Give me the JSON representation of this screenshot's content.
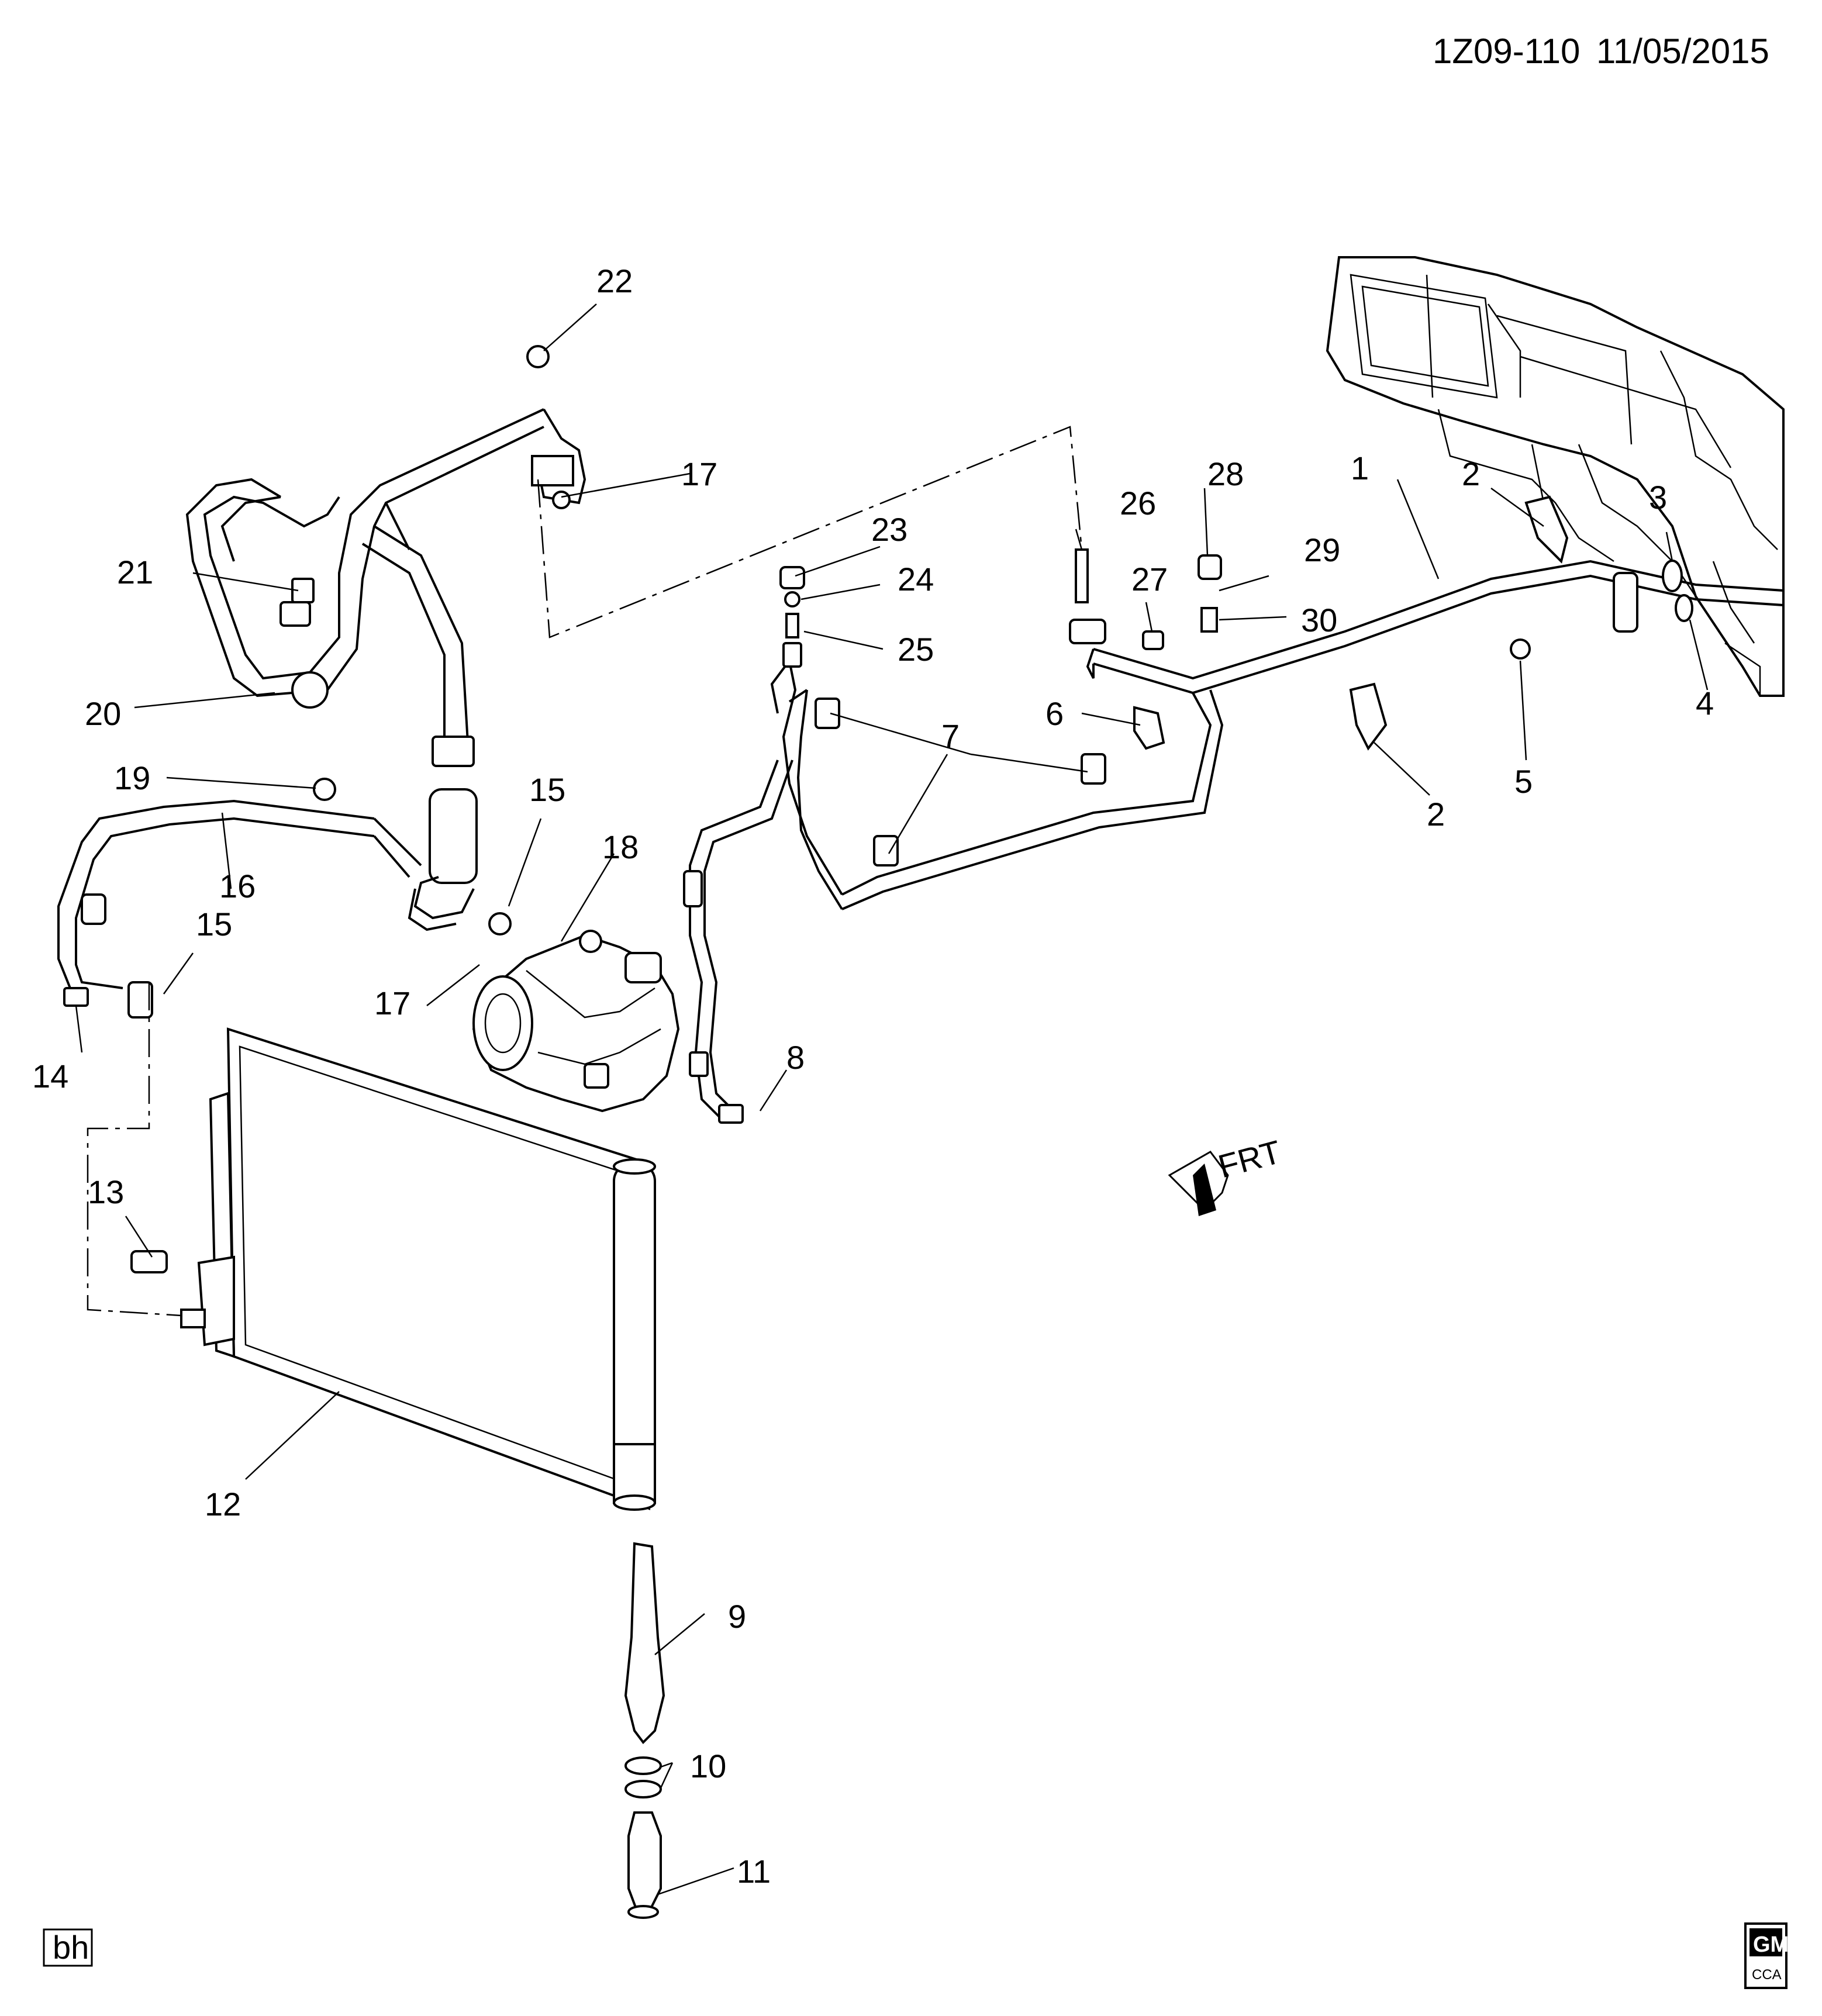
{
  "header": {
    "diagram_id": "1Z09-110",
    "date": "11/05/2015"
  },
  "callouts": [
    {
      "id": "c1",
      "label": "1"
    },
    {
      "id": "c2a",
      "label": "2"
    },
    {
      "id": "c2b",
      "label": "2"
    },
    {
      "id": "c3",
      "label": "3"
    },
    {
      "id": "c4",
      "label": "4"
    },
    {
      "id": "c5",
      "label": "5"
    },
    {
      "id": "c6",
      "label": "6"
    },
    {
      "id": "c7",
      "label": "7"
    },
    {
      "id": "c8",
      "label": "8"
    },
    {
      "id": "c9",
      "label": "9"
    },
    {
      "id": "c10",
      "label": "10"
    },
    {
      "id": "c11",
      "label": "11"
    },
    {
      "id": "c12",
      "label": "12"
    },
    {
      "id": "c13",
      "label": "13"
    },
    {
      "id": "c14",
      "label": "14"
    },
    {
      "id": "c15a",
      "label": "15"
    },
    {
      "id": "c15b",
      "label": "15"
    },
    {
      "id": "c16",
      "label": "16"
    },
    {
      "id": "c17a",
      "label": "17"
    },
    {
      "id": "c17b",
      "label": "17"
    },
    {
      "id": "c18",
      "label": "18"
    },
    {
      "id": "c19",
      "label": "19"
    },
    {
      "id": "c20",
      "label": "20"
    },
    {
      "id": "c21",
      "label": "21"
    },
    {
      "id": "c22",
      "label": "22"
    },
    {
      "id": "c23",
      "label": "23"
    },
    {
      "id": "c24",
      "label": "24"
    },
    {
      "id": "c25",
      "label": "25"
    },
    {
      "id": "c26",
      "label": "26"
    },
    {
      "id": "c27",
      "label": "27"
    },
    {
      "id": "c28",
      "label": "28"
    },
    {
      "id": "c29",
      "label": "29"
    },
    {
      "id": "c30",
      "label": "30"
    }
  ],
  "direction_marker": "FRT",
  "illustrator_initials": "bh",
  "logo": {
    "line1": "GM",
    "line2": "CCA"
  }
}
